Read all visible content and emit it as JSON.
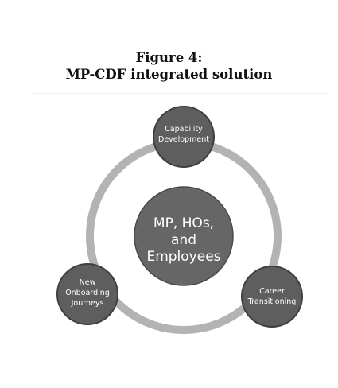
{
  "figure": {
    "title_line1": "Figure 4:",
    "title_line2": "MP-CDF integrated solution"
  },
  "diagram": {
    "center": {
      "lines": [
        "MP, HOs,",
        "and",
        "Employees"
      ]
    },
    "nodes": [
      {
        "id": "capability",
        "lines": [
          "Capability",
          "Development"
        ]
      },
      {
        "id": "career",
        "lines": [
          "Career",
          "Transitioning"
        ]
      },
      {
        "id": "onboarding",
        "lines": [
          "New",
          "Onboarding",
          "Journeys"
        ]
      }
    ],
    "colors": {
      "ring": "#b3b3b3",
      "node_fill": "#5e5e5e",
      "node_stroke": "#3f3f3f",
      "center_fill": "#666666",
      "text": "#ffffff"
    }
  }
}
